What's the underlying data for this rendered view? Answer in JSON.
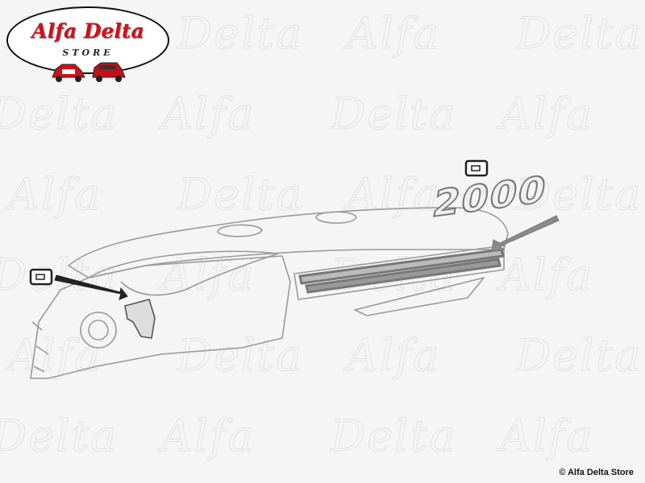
{
  "logo": {
    "name": "Alfa Delta",
    "subtitle": "STORE"
  },
  "watermark": {
    "words": [
      "Alfa",
      "Delta"
    ]
  },
  "drawing": {
    "emblem_text": "2000",
    "stroke_color": "#8a8a8a",
    "arrow_color": "#222222"
  },
  "copyright": "© Alfa Delta Store"
}
